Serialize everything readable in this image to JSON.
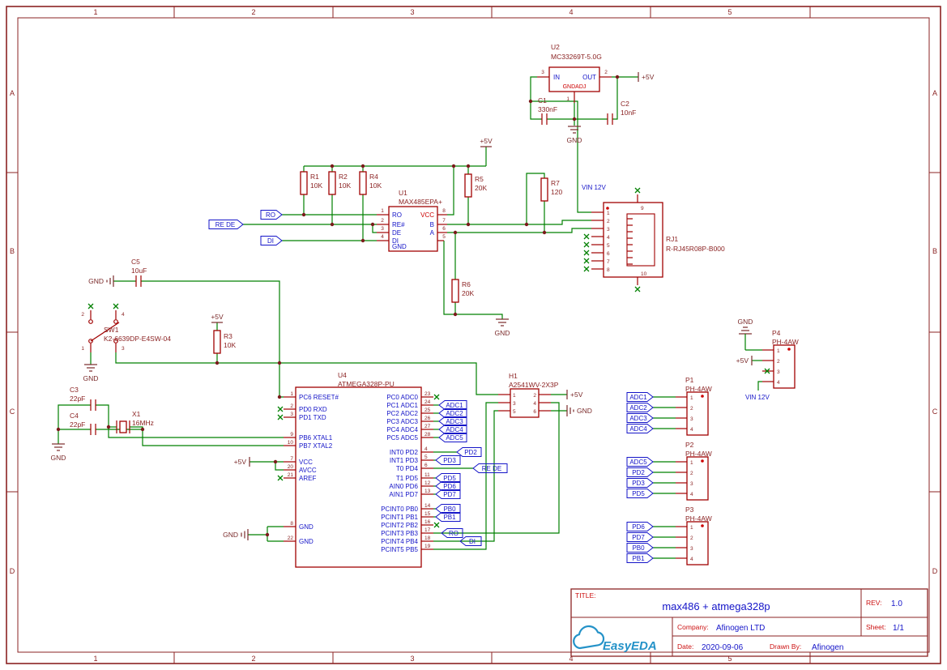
{
  "sheet": {
    "cols": [
      "1",
      "2",
      "3",
      "4",
      "5"
    ],
    "rows": [
      "A",
      "B",
      "C",
      "D"
    ]
  },
  "power": {
    "p5v": "+5V",
    "gnd": "GND",
    "vin": "VIN 12V"
  },
  "nets": {
    "ro": "RO",
    "rede": "RE DE",
    "di": "DI",
    "adc1": "ADC1",
    "adc2": "ADC2",
    "adc3": "ADC3",
    "adc4": "ADC4",
    "adc5": "ADC5",
    "pd2": "PD2",
    "pd3": "PD3",
    "pd5": "PD5",
    "pd6": "PD6",
    "pd7": "PD7",
    "pb0": "PB0",
    "pb1": "PB1"
  },
  "u2": {
    "ref": "U2",
    "value": "MC33269T-5.0G",
    "pin_in": "IN",
    "pin_out": "OUT",
    "pin_adj": "GNDADJ",
    "num_in": "3",
    "num_out": "2",
    "num_adj": "1"
  },
  "c1": {
    "ref": "C1",
    "value": "330nF"
  },
  "c2": {
    "ref": "C2",
    "value": "10nF"
  },
  "c3": {
    "ref": "C3",
    "value": "22pF"
  },
  "c4": {
    "ref": "C4",
    "value": "22pF"
  },
  "c5": {
    "ref": "C5",
    "value": "10uF"
  },
  "x1": {
    "ref": "X1",
    "value": "16MHz"
  },
  "r1": {
    "ref": "R1",
    "value": "10K"
  },
  "r2": {
    "ref": "R2",
    "value": "10K"
  },
  "r3": {
    "ref": "R3",
    "value": "10K"
  },
  "r4": {
    "ref": "R4",
    "value": "10K"
  },
  "r5": {
    "ref": "R5",
    "value": "20K"
  },
  "r6": {
    "ref": "R6",
    "value": "20K"
  },
  "r7": {
    "ref": "R7",
    "value": "120"
  },
  "sw1": {
    "ref": "SW1",
    "value": "K2-6639DP-E4SW-04",
    "nums": [
      "2",
      "4",
      "1",
      "3"
    ]
  },
  "u1": {
    "ref": "U1",
    "value": "MAX485EPA+",
    "left": [
      {
        "n": "1",
        "name": "RO"
      },
      {
        "n": "2",
        "name": "RE#"
      },
      {
        "n": "3",
        "name": "DE"
      },
      {
        "n": "4",
        "name": "DI"
      }
    ],
    "right": [
      {
        "n": "8",
        "name": "VCC"
      },
      {
        "n": "7",
        "name": "B"
      },
      {
        "n": "6",
        "name": "A"
      },
      {
        "n": "5",
        "name": "GND"
      }
    ]
  },
  "rj1": {
    "ref": "RJ1",
    "value": "R-RJ45R08P-B000",
    "nums": [
      "1",
      "2",
      "3",
      "4",
      "5",
      "6",
      "7",
      "8"
    ],
    "shield_top": "9",
    "shield_bottom": "10"
  },
  "u4": {
    "ref": "U4",
    "value": "ATMEGA328P-PU",
    "left": [
      {
        "n": "1",
        "name": "PC6 RESET#"
      },
      {
        "n": "2",
        "name": "PD0 RXD"
      },
      {
        "n": "3",
        "name": "PD1 TXD"
      },
      {
        "n": "9",
        "name": "PB6 XTAL1"
      },
      {
        "n": "10",
        "name": "PB7 XTAL2"
      },
      {
        "n": "7",
        "name": "VCC"
      },
      {
        "n": "20",
        "name": "AVCC"
      },
      {
        "n": "21",
        "name": "AREF"
      },
      {
        "n": "8",
        "name": "GND"
      },
      {
        "n": "22",
        "name": "GND"
      }
    ],
    "right": [
      {
        "n": "23",
        "name": "PC0 ADC0"
      },
      {
        "n": "24",
        "name": "PC1 ADC1"
      },
      {
        "n": "25",
        "name": "PC2 ADC2"
      },
      {
        "n": "26",
        "name": "PC3 ADC3"
      },
      {
        "n": "27",
        "name": "PC4 ADC4"
      },
      {
        "n": "28",
        "name": "PC5 ADC5"
      },
      {
        "n": "4",
        "name": "INT0 PD2"
      },
      {
        "n": "5",
        "name": "INT1 PD3"
      },
      {
        "n": "6",
        "name": "T0 PD4"
      },
      {
        "n": "11",
        "name": "T1 PD5"
      },
      {
        "n": "12",
        "name": "AIN0 PD6"
      },
      {
        "n": "13",
        "name": "AIN1 PD7"
      },
      {
        "n": "14",
        "name": "PCINT0 PB0"
      },
      {
        "n": "15",
        "name": "PCINT1 PB1"
      },
      {
        "n": "16",
        "name": "PCINT2 PB2"
      },
      {
        "n": "17",
        "name": "PCINT3 PB3"
      },
      {
        "n": "18",
        "name": "PCINT4 PB4"
      },
      {
        "n": "19",
        "name": "PCINT5 PB5"
      }
    ]
  },
  "h1": {
    "ref": "H1",
    "value": "A2541WV-2X3P",
    "left_nums": [
      "1",
      "3",
      "5"
    ],
    "right_nums": [
      "2",
      "4",
      "6"
    ]
  },
  "p1": {
    "ref": "P1",
    "value": "PH-4AW",
    "nums": [
      "1",
      "2",
      "3",
      "4"
    ],
    "nets": [
      "ADC1",
      "ADC2",
      "ADC3",
      "ADC4"
    ]
  },
  "p2": {
    "ref": "P2",
    "value": "PH-4AW",
    "nums": [
      "1",
      "2",
      "3",
      "4"
    ],
    "nets": [
      "ADC5",
      "PD2",
      "PD3",
      "PD5"
    ]
  },
  "p3": {
    "ref": "P3",
    "value": "PH-4AW",
    "nums": [
      "1",
      "2",
      "3",
      "4"
    ],
    "nets": [
      "PD6",
      "PD7",
      "PB0",
      "PB1"
    ]
  },
  "p4": {
    "ref": "P4",
    "value": "PH-4AW",
    "nums": [
      "1",
      "2",
      "3",
      "4"
    ]
  },
  "title_block": {
    "title_label": "TITLE:",
    "title": "max486 + atmega328p",
    "rev_label": "REV:",
    "rev": "1.0",
    "company_label": "Company:",
    "company": "Afinogen LTD",
    "sheet_label": "Sheet:",
    "sheet": "1/1",
    "date_label": "Date:",
    "date": "2020-09-06",
    "drawn_label": "Drawn By:",
    "drawn": "Afinogen",
    "logo": "EasyEDA"
  }
}
